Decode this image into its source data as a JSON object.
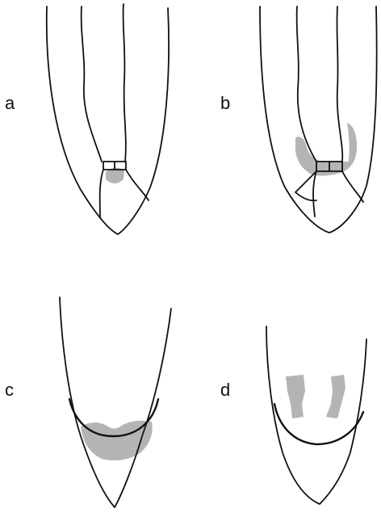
{
  "panels": [
    {
      "label": "a"
    },
    {
      "label": "b"
    },
    {
      "label": "c"
    },
    {
      "label": "d"
    }
  ],
  "colors": {
    "line": "#111111",
    "shade": "#b4b4b4",
    "background": "#ffffff"
  }
}
